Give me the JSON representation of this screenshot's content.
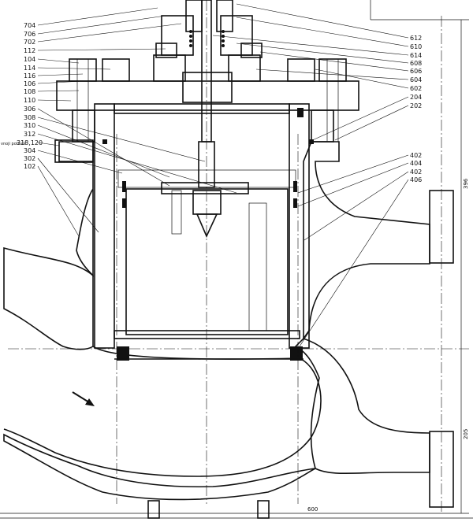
{
  "drawing": {
    "left_part_numbers": [
      "704",
      "706",
      "702",
      "112",
      "104",
      "114",
      "116",
      "106",
      "108",
      "110",
      "306",
      "308",
      "310",
      "312",
      "318,120",
      "304",
      "302",
      "102"
    ],
    "left_small_note": "vnoji potrubi",
    "right_part_numbers_top": [
      "612",
      "610",
      "614",
      "608",
      "606",
      "604",
      "602",
      "204",
      "202"
    ],
    "right_part_numbers_mid": [
      "402",
      "404",
      "402",
      "406"
    ],
    "dimensions": {
      "height_upper": "396",
      "height_lower": "205",
      "width_bottom": "600"
    },
    "flow_arrow": "flow-direction"
  }
}
